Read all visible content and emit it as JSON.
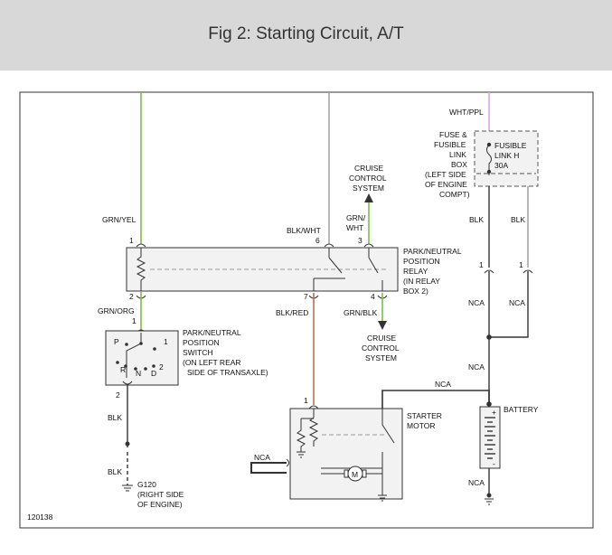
{
  "title": "Fig 2: Starting Circuit, A/T",
  "figure_id": "120138",
  "colors": {
    "header_bg": "#d8d8d8",
    "wire_green": "#7bc043",
    "wire_brown_red": "#b5705a",
    "wire_violet": "#d9a6e8",
    "wire_gray": "#999999",
    "outline": "#333333"
  },
  "wires": {
    "grn_yel": "GRN/YEL",
    "grn_org": "GRN/ORG",
    "blk_top": "BLK",
    "blk_bottom": "BLK",
    "blk_wht": "BLK/WHT",
    "grn_wht_1": "GRN/",
    "grn_wht_2": "WHT",
    "blk_red": "BLK/RED",
    "grn_blk": "GRN/BLK",
    "wht_ppl": "WHT/PPL",
    "blk_left": "BLK",
    "blk_right": "BLK",
    "nca_left": "NCA",
    "nca_right": "NCA",
    "nca_mid": "NCA",
    "nca_batt": "NCA",
    "nca_ground": "NCA",
    "nca_starter": "NCA"
  },
  "pins": {
    "relay_1": "1",
    "relay_2": "2",
    "relay_6": "6",
    "relay_3": "3",
    "relay_7": "7",
    "relay_4": "4",
    "switch_1": "1",
    "switch_2": "2",
    "starter_1": "1",
    "fuse_left_1": "1",
    "fuse_right_1": "1"
  },
  "components": {
    "relay": [
      "PARK/NEUTRAL",
      "POSITION",
      "RELAY",
      "(IN RELAY",
      "BOX 2)"
    ],
    "switch": [
      "PARK/NEUTRAL",
      "POSITION",
      "SWITCH",
      "(ON LEFT REAR",
      "SIDE OF TRANSAXLE)"
    ],
    "switch_positions": {
      "p": "P",
      "r": "R",
      "n": "N",
      "d": "D",
      "two": "2",
      "one": "1"
    },
    "cruise_top": [
      "CRUISE",
      "CONTROL",
      "SYSTEM"
    ],
    "cruise_bottom": [
      "CRUISE",
      "CONTROL",
      "SYSTEM"
    ],
    "fuse_box": [
      "FUSE &",
      "FUSIBLE",
      "LINK",
      "BOX",
      "(LEFT SIDE",
      "OF ENGINE",
      "COMPT)"
    ],
    "fusible_link": [
      "FUSIBLE",
      "LINK H",
      "30A"
    ],
    "starter": [
      "STARTER",
      "MOTOR"
    ],
    "motor_symbol": "M",
    "battery": "BATTERY",
    "battery_plus": "+",
    "battery_minus": "-",
    "ground": [
      "G120",
      "(RIGHT SIDE",
      "OF ENGINE)"
    ]
  }
}
